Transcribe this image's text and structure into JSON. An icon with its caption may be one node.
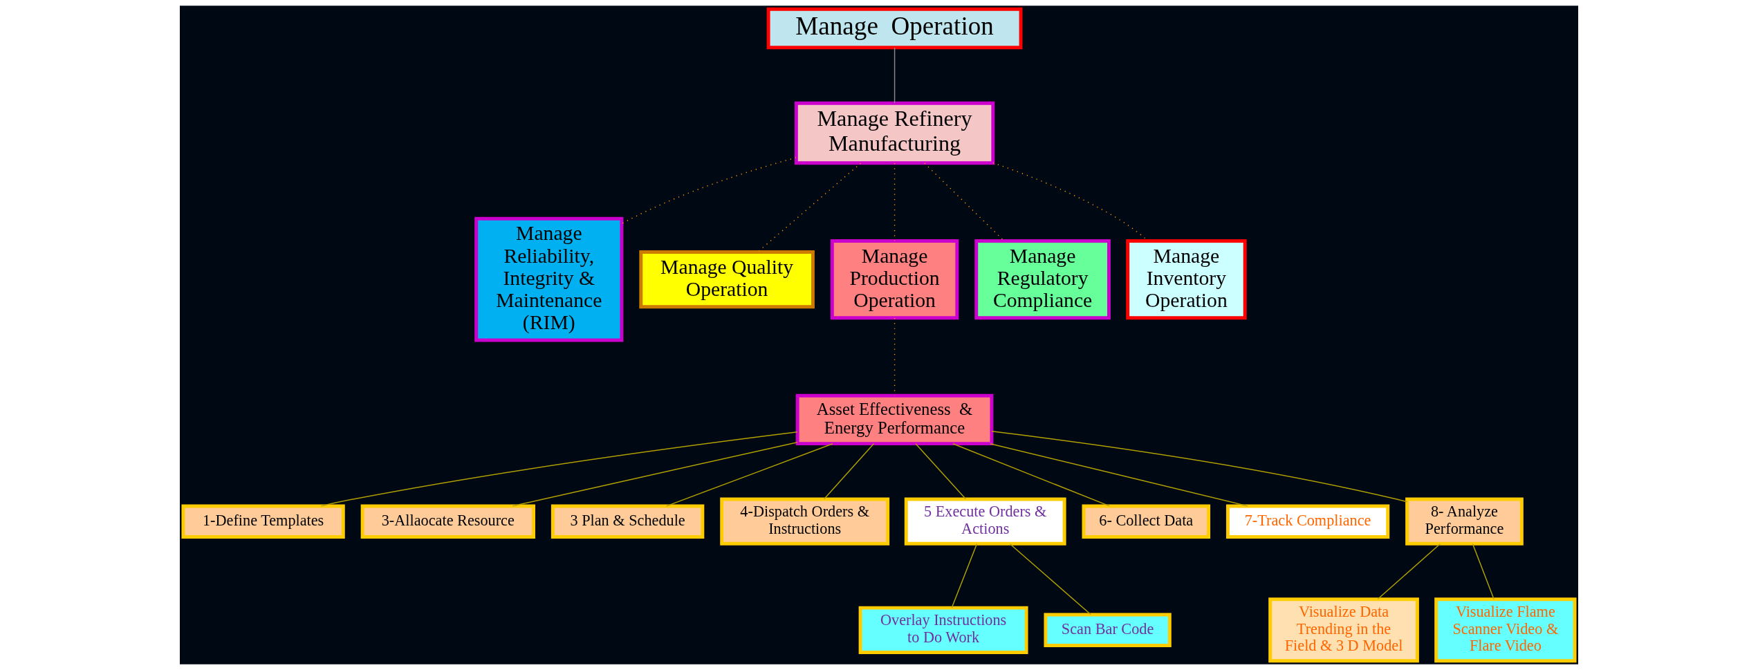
{
  "diagram": {
    "nodes": [
      {
        "text": [
          "Manage  Operation"
        ]
      },
      {
        "text": [
          "Manage Refinery Manufacturing"
        ]
      },
      {
        "text": [
          "Manage Reliability, Integrity & Maintenance (RIM)"
        ]
      },
      {
        "text": [
          "Manage Quality Operation"
        ]
      },
      {
        "text": [
          "Manage Production Operation"
        ]
      },
      {
        "text": [
          "Manage Regulatory Compliance"
        ]
      },
      {
        "text": [
          "Manage Inventory Operation"
        ]
      },
      {
        "text": [
          "Asset Effectiveness  & Energy Performance"
        ]
      },
      {
        "text": [
          "1-Define Templates"
        ]
      },
      {
        "text": [
          "3-Allaocate Resource"
        ]
      },
      {
        "text": [
          "3 Plan & Schedule"
        ]
      },
      {
        "text": [
          "4-Dispatch Orders & Instructions"
        ]
      },
      {
        "text": [
          "5 Execute Orders & Actions"
        ]
      },
      {
        "text": [
          "6- Collect Data"
        ]
      },
      {
        "text": [
          "7-Track Compliance"
        ]
      },
      {
        "text": [
          "8- Analyze Performance"
        ]
      },
      {
        "text": [
          "Visualize Data Trending in the Field & 3 D Model"
        ]
      },
      {
        "text": [
          "Overlay Instructions to Do Work"
        ]
      },
      {
        "text": [
          "Scan Bar Code"
        ]
      },
      {
        "text": [
          "Visualize Flame Scanner Video & Flare Video"
        ]
      }
    ],
    "edges": [
      {
        "from": 0,
        "to": 1,
        "arrow": "none",
        "color": "#888888"
      },
      {
        "from": 1,
        "to": 2,
        "arrow": "none",
        "style": "dashed",
        "color": "#ff9900"
      },
      {
        "from": 1,
        "to": 3,
        "arrow": "none",
        "style": "dashed",
        "color": "#ff9900"
      },
      {
        "from": 1,
        "to": 4,
        "arrow": "none",
        "style": "dashed",
        "color": "#ff9900"
      },
      {
        "from": 1,
        "to": 5,
        "arrow": "none",
        "style": "dashed",
        "color": "#ff9900"
      },
      {
        "from": 1,
        "to": 6,
        "arrow": "none",
        "style": "dashed",
        "color": "#ff9900"
      },
      {
        "from": 4,
        "to": 7,
        "arrow": "none",
        "style": "dashed",
        "color": "#ff9900"
      },
      {
        "from": 7,
        "to": 8,
        "arrow": "none"
      },
      {
        "from": 7,
        "to": 9,
        "arrow": "none"
      },
      {
        "from": 7,
        "to": 10,
        "arrow": "none"
      },
      {
        "from": 7,
        "to": 11,
        "arrow": "none"
      },
      {
        "from": 7,
        "to": 12,
        "arrow": "none"
      },
      {
        "from": 7,
        "to": 13,
        "arrow": "none"
      },
      {
        "from": 7,
        "to": 14,
        "arrow": "none"
      },
      {
        "from": 7,
        "to": 15,
        "arrow": "none"
      },
      {
        "from": 15,
        "to": 16,
        "arrow": "none"
      },
      {
        "from": 12,
        "to": 17,
        "arrow": "none"
      },
      {
        "from": 12,
        "to": 18,
        "arrow": "none"
      },
      {
        "from": 15,
        "to": 19,
        "arrow": "none"
      }
    ]
  }
}
